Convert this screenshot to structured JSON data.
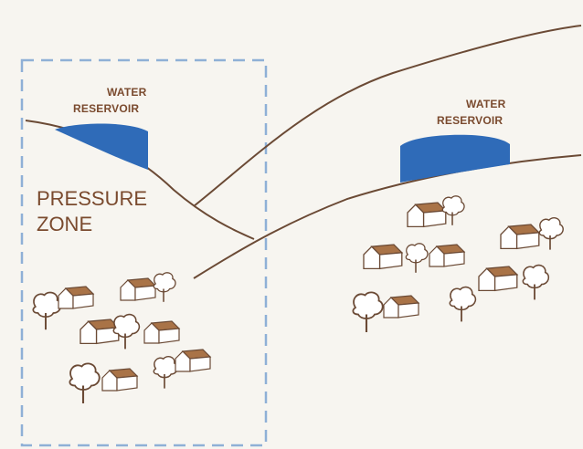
{
  "labels": {
    "reservoir_left_line1": "WATER",
    "reservoir_left_line2": "RESERVOIR",
    "reservoir_right_line1": "WATER",
    "reservoir_right_line2": "RESERVOIR",
    "zone_line1": "PRESSURE",
    "zone_line2": "ZONE"
  },
  "colors": {
    "background": "#f7f5f0",
    "terrain_line": "#6b4a35",
    "reservoir_fill": "#2f6bb8",
    "zone_border": "#8fb0d6",
    "roof": "#a97347",
    "wall": "#ffffff",
    "label": "#7a4a2e"
  },
  "icons": {
    "reservoir": "reservoir-icon",
    "house": "house-icon",
    "tree": "tree-icon"
  }
}
